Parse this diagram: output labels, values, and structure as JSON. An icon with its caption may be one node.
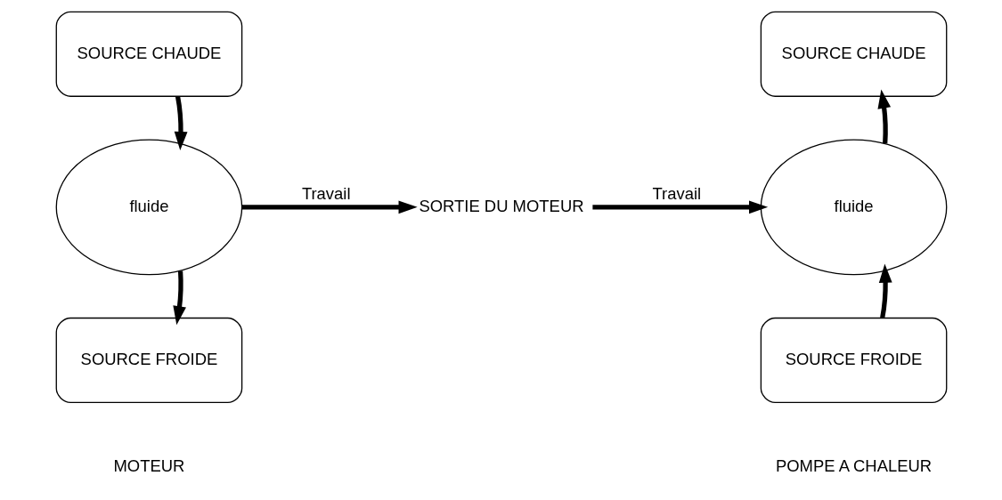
{
  "diagram": {
    "nodes": [
      {
        "text": [
          "SOURCE CHAUDE"
        ]
      },
      {
        "text": [
          "fluide"
        ]
      },
      {
        "text": [
          "SOURCE FROIDE"
        ]
      },
      {
        "text": [
          "SORTIE DU MOTEUR"
        ]
      },
      {
        "text": [
          "SOURCE CHAUDE"
        ]
      },
      {
        "text": [
          "fluide"
        ]
      },
      {
        "text": [
          "SOURCE FROIDE"
        ]
      }
    ],
    "edges": [
      {
        "from": 0,
        "to": 1,
        "arrow": "to"
      },
      {
        "from": 1,
        "to": 2,
        "arrow": "to"
      },
      {
        "from": 1,
        "to": 3,
        "arrow": "to",
        "label": "Travail"
      },
      {
        "from": 3,
        "to": 5,
        "arrow": "to",
        "label": "Travail"
      },
      {
        "from": 6,
        "to": 5,
        "arrow": "to"
      },
      {
        "from": 5,
        "to": 4,
        "arrow": "to"
      }
    ],
    "labels": [
      "MOTEUR",
      "POMPE A CHALEUR"
    ]
  }
}
